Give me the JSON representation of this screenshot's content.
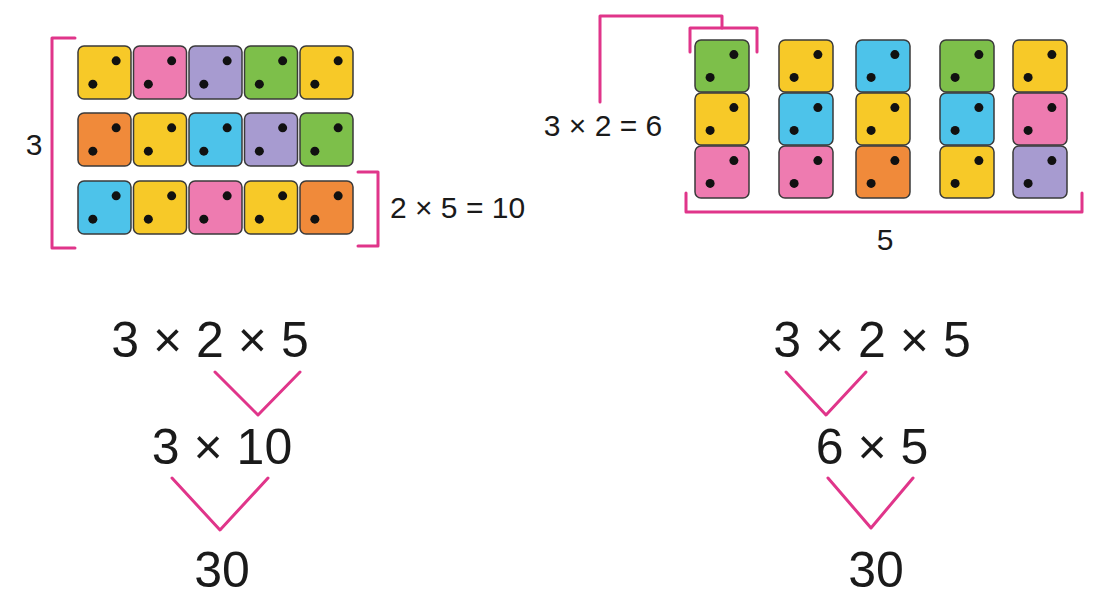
{
  "diagram": {
    "labels": [
      "3",
      "2 × 5 = 10",
      "3 × 2 = 6",
      "5",
      "3 × 2 × 5",
      "3 × 10",
      "30",
      "3 × 2 × 5",
      "6 × 5",
      "30"
    ]
  }
}
